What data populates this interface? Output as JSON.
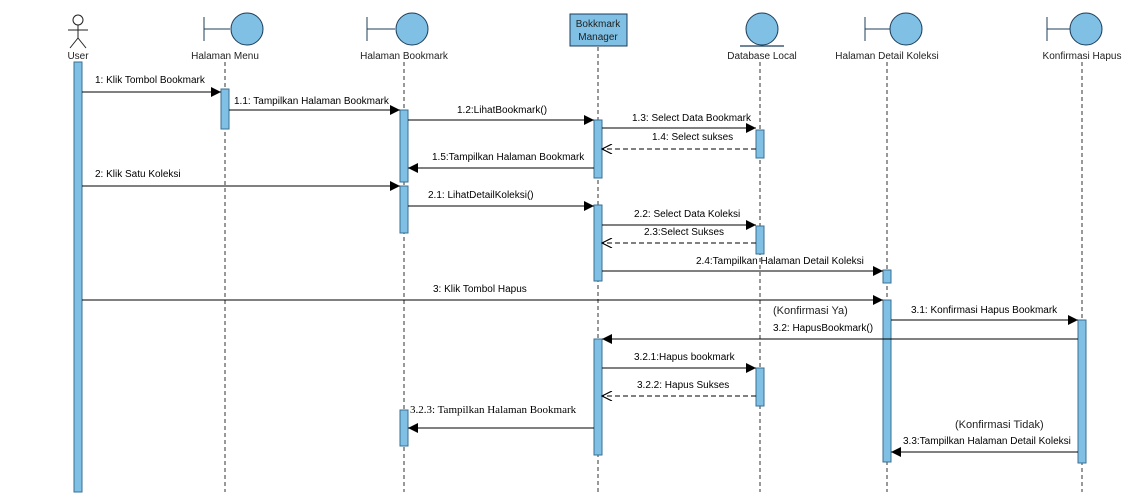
{
  "lifelines": {
    "user": "User",
    "menu": "Halaman Menu",
    "bookmark": "Halaman Bookmark",
    "manager_line1": "Bokkmark",
    "manager_line2": "Manager",
    "db": "Database Local",
    "detail": "Halaman Detail Koleksi",
    "konfirmasi": "Konfirmasi Hapus"
  },
  "messages": {
    "m1": "1: Klik Tombol Bookmark",
    "m1_1": "1.1: Tampilkan Halaman Bookmark",
    "m1_2": "1.2:LihatBookmark()",
    "m1_3": "1.3: Select Data Bookmark",
    "m1_4": "1.4: Select sukses",
    "m1_5": "1.5:Tampilkan Halaman Bookmark",
    "m2": "2: Klik Satu Koleksi",
    "m2_1": "2.1: LihatDetailKoleksi()",
    "m2_2": "2.2: Select Data Koleksi",
    "m2_3": "2.3:Select Sukses",
    "m2_4": "2.4:Tampilkan Halaman Detail Koleksi",
    "m3": "3: Klik Tombol Hapus",
    "m3_1": "3.1: Konfirmasi Hapus Bookmark",
    "m3_2": "3.2: HapusBookmark()",
    "m3_2_1": "3.2.1:Hapus bookmark",
    "m3_2_2": "3.2.2: Hapus Sukses",
    "m3_2_3": "3.2.3: Tampilkan Halaman Bookmark",
    "m3_3": "3.3:Tampilkan Halaman Detail Koleksi"
  },
  "conditions": {
    "ya": "(Konfirmasi Ya)",
    "tidak": "(Konfirmasi Tidak)"
  },
  "colors": {
    "activation": "#7fc0e4",
    "outline": "#1c3c5a"
  }
}
